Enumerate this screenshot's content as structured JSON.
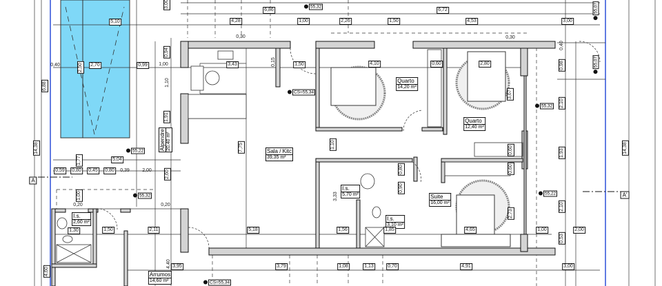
{
  "colors": {
    "pool": "#7fd8f7",
    "wall_fill": "#d4d4d4",
    "line": "#111111",
    "boundary": "#2b4fd8"
  },
  "rooms": [
    {
      "name": "Quarto",
      "area": "14,20 m²"
    },
    {
      "name": "Quarto",
      "area": "12,40 m²"
    },
    {
      "name": "Sala / Kitc",
      "area": "39,35 m²"
    },
    {
      "name": "Suite",
      "area": "16,00 m²"
    },
    {
      "name": "I.s.",
      "area": "5,70 m²"
    },
    {
      "name": "Arrumos",
      "area": "14,60 m²"
    },
    {
      "name": "I.s.",
      "area": "2,60 m²"
    },
    {
      "name": "I.s.",
      "area": "3,10 m²"
    },
    {
      "name": "Alpendre",
      "area": "20,40 m²"
    }
  ],
  "levels": [
    "55,32",
    "CS=55,34",
    "55,32",
    "55,22",
    "55,32",
    "55,22",
    "CS=55,34",
    "55,07",
    "55,07"
  ],
  "section_marks": [
    "A",
    "A'"
  ],
  "dims": [
    "5,10",
    "6,86",
    "4,28",
    "1,00",
    "2,26",
    "1,50",
    "4,53",
    "6,72",
    "3,00",
    "0,30",
    "0,30",
    "0,40",
    "2,70",
    "0,99",
    "1,00",
    "3,43",
    "1,50",
    "0,94",
    "1,10",
    "1,91",
    "0,15",
    "4,10",
    "0,60",
    "2,80",
    "3,67",
    "2,10",
    "0,98",
    "0,40",
    "7,75",
    "2,60",
    "1,77",
    "5,04",
    "0,59",
    "0,80",
    "0,45",
    "0,80",
    "0,39",
    "2,00",
    "1,00",
    "0,20",
    "0,20",
    "1,30",
    "1,50",
    "2,11",
    "5,18",
    "3,95",
    "4,40",
    "3,79",
    "1,08",
    "1,13",
    "0,70",
    "4,91",
    "3,00",
    "1,56",
    "1,85",
    "4,65",
    "1,00",
    "2,00",
    "0,53",
    "2,10",
    "1,93",
    "14,38",
    "14,38",
    "6,88",
    "4,60",
    "2,73",
    "0,60",
    "0,60",
    "0,80",
    "0,90",
    "3,33",
    "1,10",
    "2,50",
    "3,00"
  ]
}
